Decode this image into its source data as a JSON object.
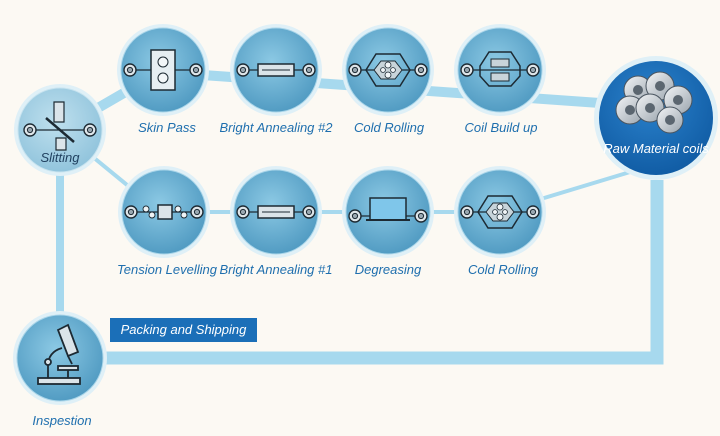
{
  "colors": {
    "background": "#fcf9f3",
    "connector": "#a7d9ee",
    "node_fill": "#62abce",
    "node_ring": "#dff0f7",
    "raw_material_fill": "#1565b0",
    "label": "#1f6fae",
    "packing_box": "#1b6fb8"
  },
  "nodes": {
    "skin_pass": {
      "label": "Skin Pass",
      "icon": "skin-pass-icon"
    },
    "bright_annealing_2": {
      "label": "Bright Annealing #2",
      "icon": "annealing-furnace-icon"
    },
    "cold_rolling_top": {
      "label": "Cold Rolling",
      "icon": "rolling-mill-icon"
    },
    "coil_build_up": {
      "label": "Coil Build up",
      "icon": "coil-build-icon"
    },
    "raw_material": {
      "label": "Raw Material coils",
      "icon": "steel-coils-icon"
    },
    "slitting": {
      "label": "Slitting",
      "icon": "slitting-blade-icon"
    },
    "tension_levelling": {
      "label": "Tension Levelling",
      "icon": "tension-leveller-icon"
    },
    "bright_annealing_1": {
      "label": "Bright Annealing #1",
      "icon": "annealing-furnace-icon"
    },
    "degreasing": {
      "label": "Degreasing",
      "icon": "degreasing-tank-icon"
    },
    "cold_rolling_bottom": {
      "label": "Cold Rolling",
      "icon": "rolling-mill-icon"
    },
    "inspection": {
      "label": "Inspestion",
      "icon": "microscope-icon"
    }
  },
  "packing_label": "Packing and Shipping"
}
